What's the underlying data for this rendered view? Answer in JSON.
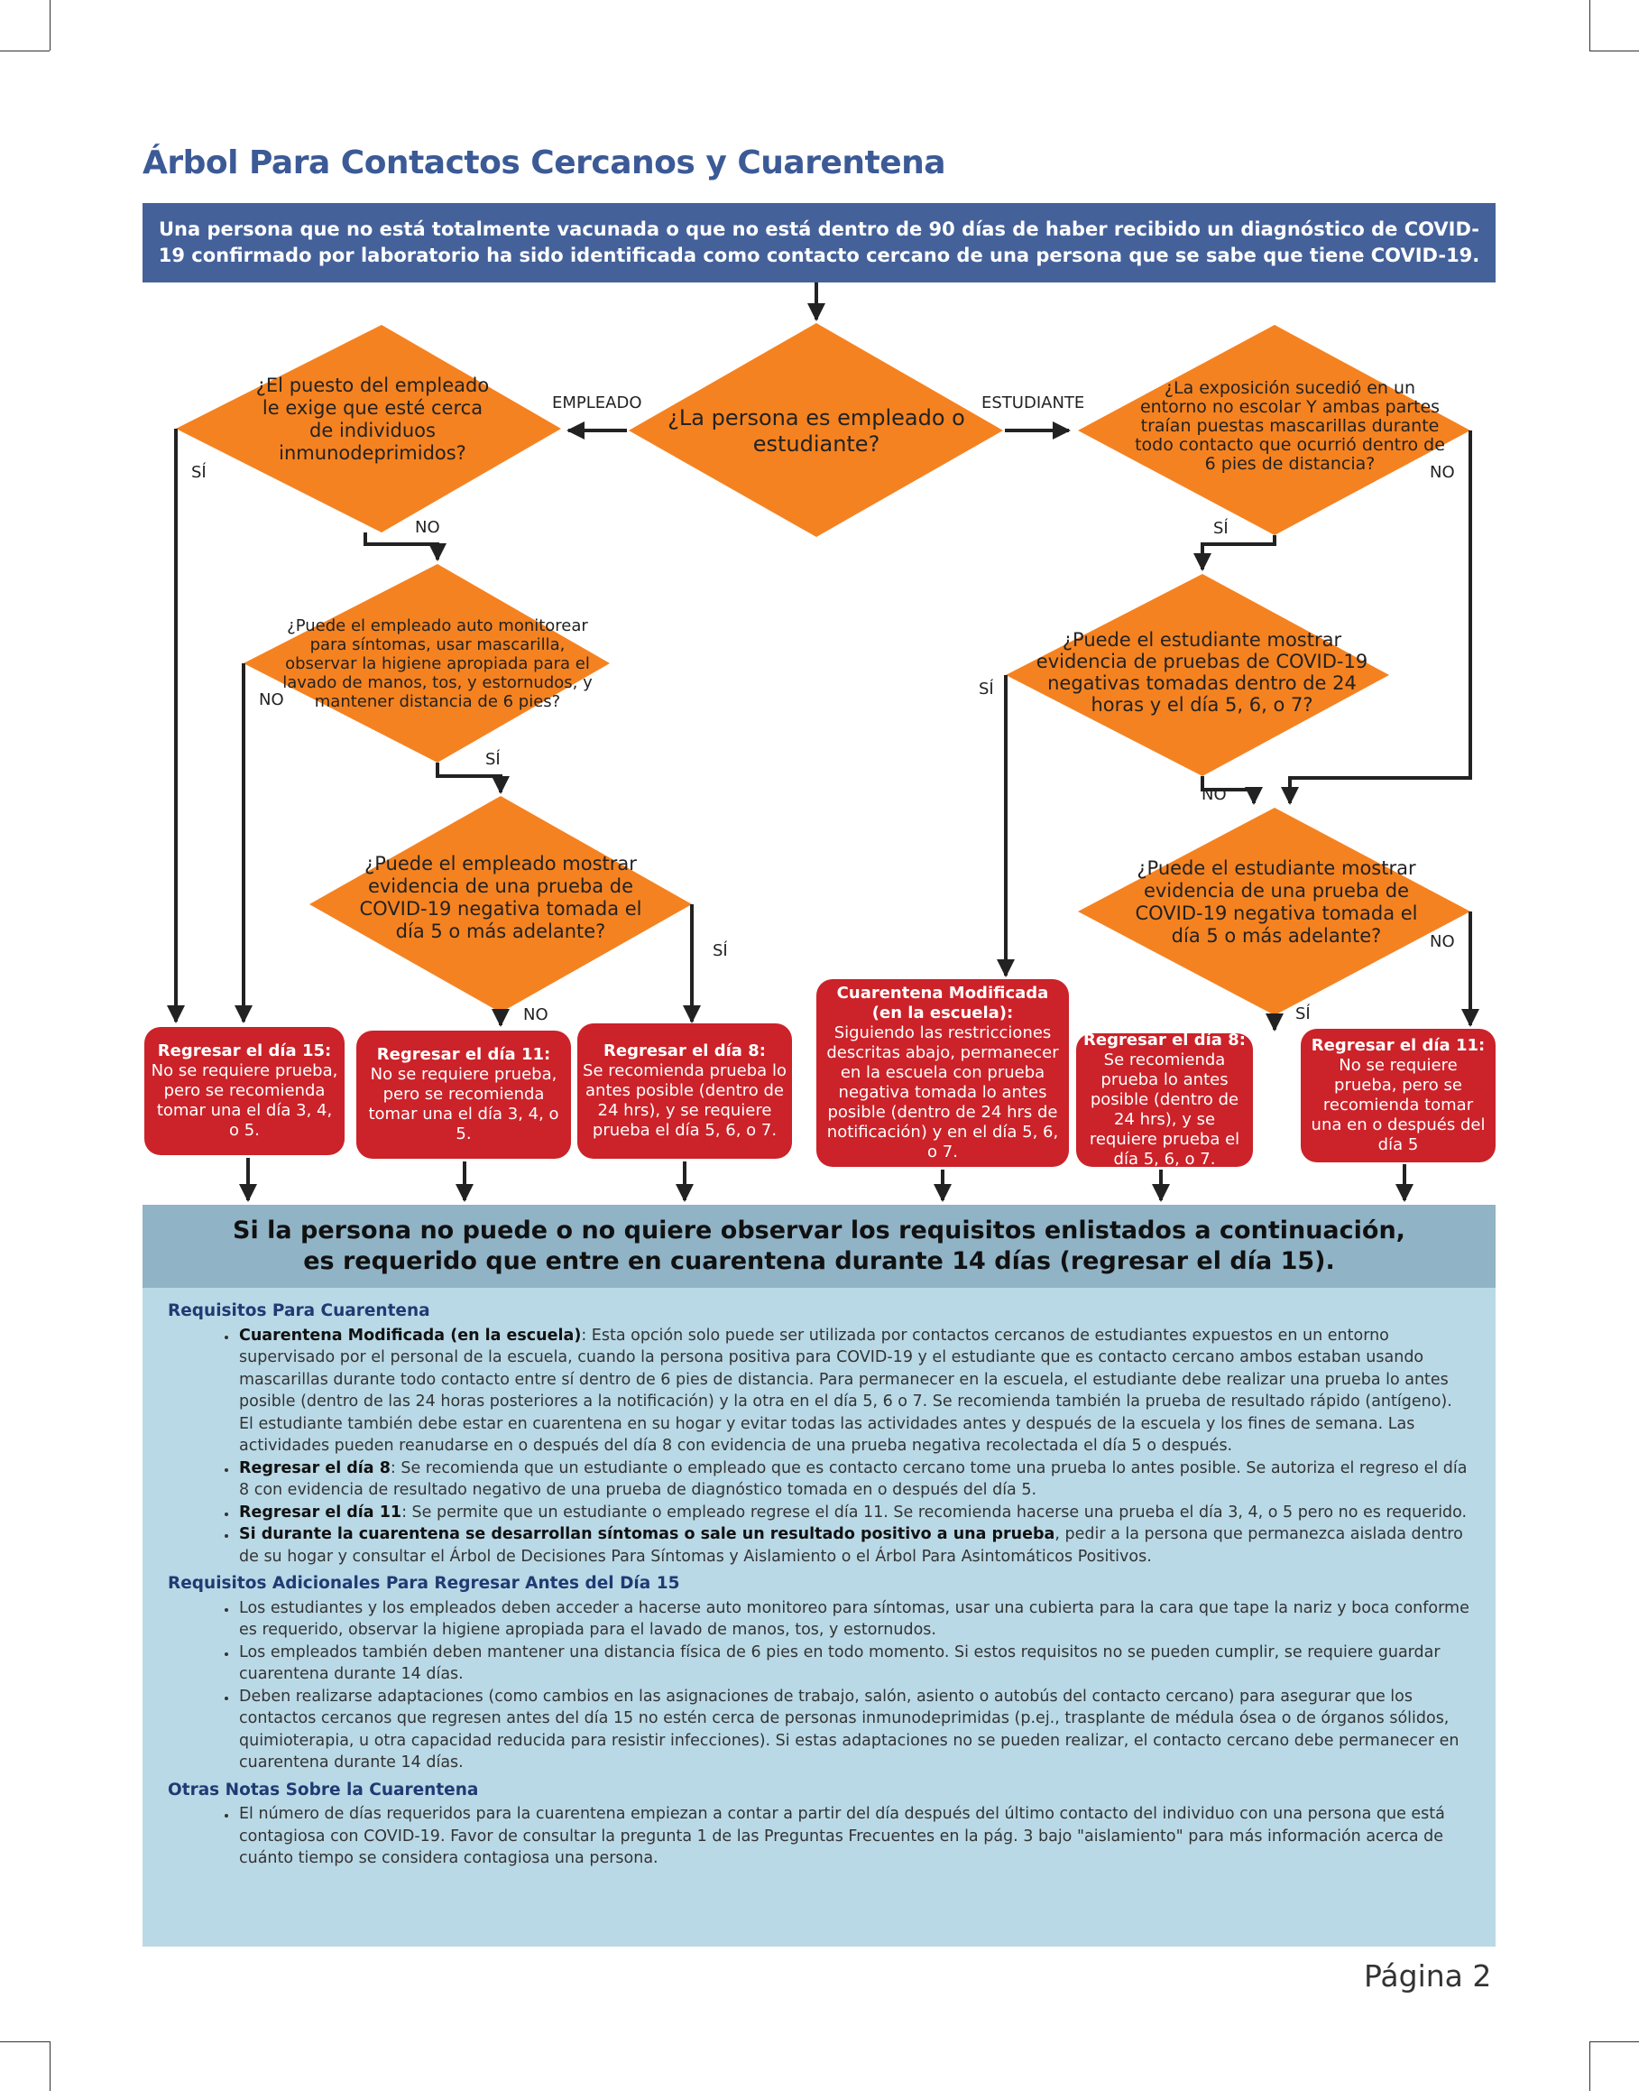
{
  "title": "Árbol Para Contactos Cercanos y Cuarentena",
  "banner": "Una persona que no está totalmente vacunada o que no está dentro de 90 días de haber recibido un diagnóstico de COVID-19 confirmado por laboratorio ha sido identificada como contacto cercano de una persona que se sabe que tiene COVID-19.",
  "colors": {
    "orange": "#f58220",
    "red": "#cc2229",
    "blue": "#44619a",
    "light_blue": "#bad9e6",
    "mid_blue": "#90b3c6"
  },
  "decisions": {
    "center": "¿La persona es empleado o estudiante?",
    "emp_immuno": "¿El puesto del empleado le exige que esté cerca de individuos inmunodeprimidos?",
    "emp_monitor": "¿Puede el empleado auto monitorear para síntomas, usar mascarilla, observar la higiene apropiada para el lavado de manos, tos, y estornudos, y mantener distancia de 6 pies?",
    "emp_test": "¿Puede el empleado mostrar evidencia de una prueba de COVID-19 negativa tomada el día 5 o más adelante?",
    "stu_exposure": "¿La exposición sucedió en un entorno no escolar Y ambas partes traían puestas mascarillas durante todo contacto que ocurrió dentro de 6 pies de distancia?",
    "stu_tests": "¿Puede el estudiante mostrar evidencia de pruebas de COVID-19 negativas tomadas dentro de 24 horas y el día 5, 6, o 7?",
    "stu_test": "¿Puede el estudiante mostrar evidencia de una prueba de COVID-19 negativa tomada el día 5 o más adelante?"
  },
  "labels": {
    "empleado": "EMPLEADO",
    "estudiante": "ESTUDIANTE",
    "si": "SÍ",
    "no": "NO"
  },
  "outcomes": [
    {
      "head": "Regresar el día 15:",
      "body": "No se requiere prueba, pero se recomienda tomar una el día 3, 4, o 5."
    },
    {
      "head": "Regresar el día 11:",
      "body": "No se requiere prueba, pero se recomienda tomar una el día 3, 4, o 5."
    },
    {
      "head": "Regresar el día 8:",
      "body": "Se recomienda prueba lo antes posible (dentro de 24 hrs), y se requiere prueba el día 5, 6, o 7."
    },
    {
      "head": "Cuarentena Modificada (en la escuela):",
      "body": "Siguiendo las restricciones descritas abajo, permanecer en la escuela con prueba negativa tomada lo antes posible (dentro de 24 hrs de notificación) y en el día 5, 6, o 7."
    },
    {
      "head": "Regresar el día 8:",
      "body": "Se recomienda prueba lo antes posible (dentro de 24 hrs), y se requiere prueba el día 5, 6, o 7."
    },
    {
      "head": "Regresar el día 11:",
      "body": "No se requiere prueba, pero se recomienda tomar una en o después del día 5"
    }
  ],
  "warning": {
    "line1": "Si la persona no puede o no quiere observar los requisitos enlistados a continuación,",
    "line2": "es requerido que entre en cuarentena durante 14 días (regresar el día 15)."
  },
  "sections": {
    "requisitos": {
      "heading": "Requisitos Para Cuarentena",
      "items": [
        {
          "bold": "Cuarentena Modificada (en la escuela)",
          "text": ": Esta opción solo puede ser utilizada por contactos cercanos de estudiantes expuestos en un entorno supervisado por el personal de la escuela, cuando la persona positiva para COVID-19 y el estudiante que es contacto cercano ambos estaban usando mascarillas durante todo contacto entre sí dentro de 6 pies de distancia. Para permanecer en la escuela, el estudiante debe realizar una prueba lo antes posible (dentro de las 24 horas posteriores a la notificación) y la otra en el día 5, 6 o 7. Se recomienda también la prueba de resultado rápido (antígeno). El estudiante también debe estar en cuarentena en su hogar y evitar todas las actividades antes y después de la escuela y los fines de semana. Las actividades pueden reanudarse en o después del día 8 con evidencia de una prueba negativa recolectada el día 5 o después."
        },
        {
          "bold": "Regresar el día 8",
          "text": ": Se recomienda que un estudiante o empleado que es contacto cercano tome una prueba lo antes posible. Se autoriza el regreso el día 8 con evidencia de resultado negativo de una prueba de diagnóstico tomada en o después del día 5."
        },
        {
          "bold": "Regresar el día 11",
          "text": ": Se permite que un estudiante o empleado regrese el día 11. Se recomienda hacerse una prueba el día 3, 4, o 5 pero no es requerido."
        },
        {
          "bold": "Si durante la cuarentena se desarrollan síntomas o sale un resultado positivo a una prueba",
          "text": ", pedir a la persona que permanezca aislada dentro de su hogar y consultar el Árbol de Decisiones Para Síntomas y Aislamiento o el Árbol Para Asintomáticos Positivos."
        }
      ]
    },
    "adicionales": {
      "heading": "Requisitos Adicionales Para Regresar Antes del Día 15",
      "items": [
        "Los estudiantes y los empleados deben acceder a hacerse auto monitoreo para síntomas, usar una cubierta para la cara que tape la nariz y boca conforme es requerido, observar la higiene apropiada para el lavado de manos, tos, y estornudos.",
        "Los empleados también deben mantener una distancia física de 6 pies en todo momento. Si estos requisitos no se pueden cumplir, se requiere guardar cuarentena durante 14 días.",
        "Deben realizarse adaptaciones (como cambios en las asignaciones de trabajo, salón, asiento o autobús del contacto cercano) para asegurar que los contactos cercanos que regresen antes del día 15 no estén cerca de personas inmunodeprimidas (p.ej., trasplante de médula ósea o de órganos sólidos, quimioterapia, u otra capacidad reducida para resistir infecciones). Si estas adaptaciones no se pueden realizar, el contacto cercano debe permanecer en cuarentena durante 14 días."
      ]
    },
    "otras": {
      "heading": "Otras Notas Sobre la Cuarentena",
      "items": [
        "El número de días requeridos para la cuarentena empiezan a contar a partir del día después del último contacto del individuo con una persona que está contagiosa con COVID-19. Favor de consultar la pregunta 1 de las Preguntas Frecuentes en la pág. 3 bajo \"aislamiento\" para más información acerca de cuánto tiempo se considera contagiosa una persona."
      ]
    }
  },
  "page_number": "Página 2"
}
